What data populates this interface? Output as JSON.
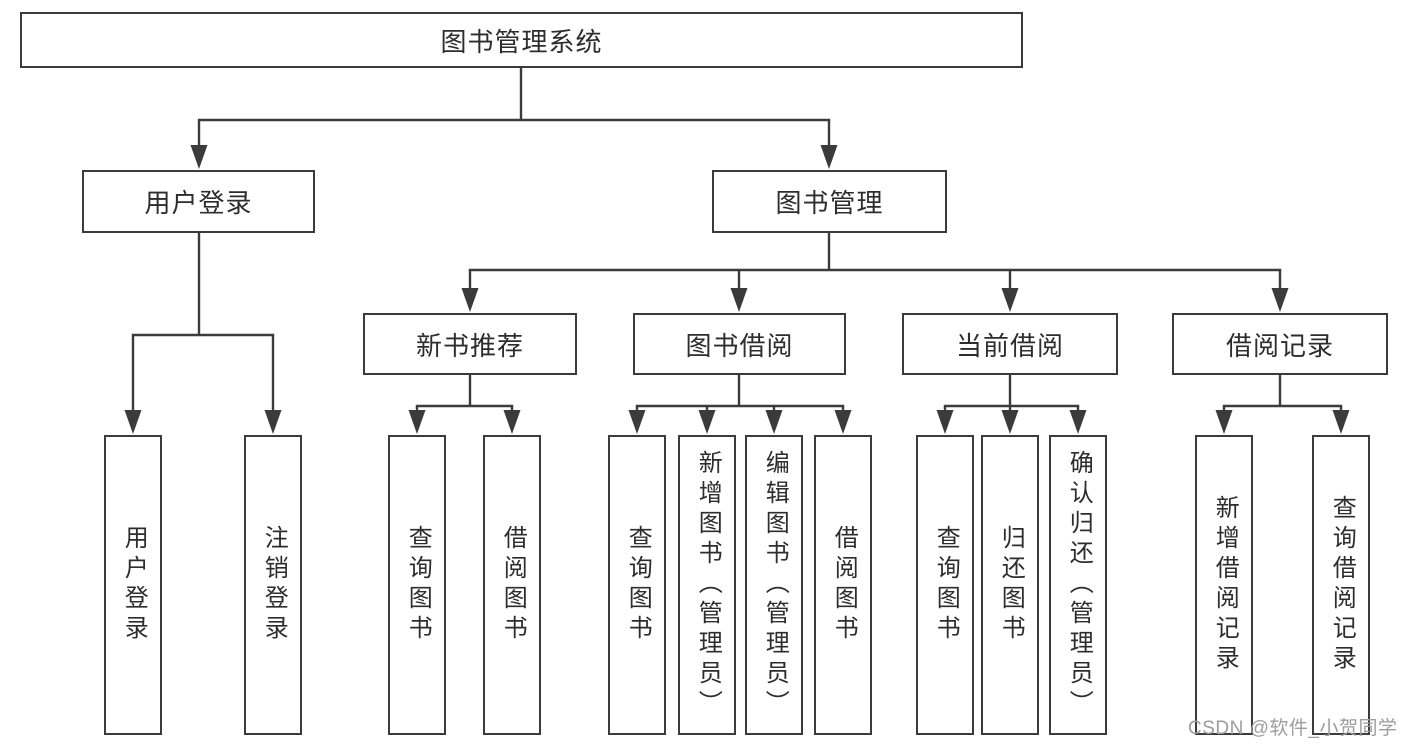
{
  "theme": {
    "line_color": "#3b3b3b",
    "box_border_color": "#3b3b3b",
    "text_color": "#2d2d2d",
    "background": "#ffffff",
    "watermark_color": "#9d9d9d"
  },
  "tree": {
    "root": "图书管理系统",
    "branches": [
      {
        "label": "用户登录",
        "leaves": [
          "用户登录",
          "注销登录"
        ]
      },
      {
        "label": "图书管理",
        "sections": [
          {
            "label": "新书推荐",
            "leaves": [
              "查询图书",
              "借阅图书"
            ]
          },
          {
            "label": "图书借阅",
            "leaves": [
              "查询图书",
              "新增图书（管理员）",
              "编辑图书（管理员）",
              "借阅图书"
            ]
          },
          {
            "label": "当前借阅",
            "leaves": [
              "查询图书",
              "归还图书",
              "确认归还（管理员）"
            ]
          },
          {
            "label": "借阅记录",
            "leaves": [
              "新增借阅记录",
              "查询借阅记录"
            ]
          }
        ]
      }
    ]
  },
  "watermark": {
    "text": "CSDN @软件_小贺同学"
  }
}
